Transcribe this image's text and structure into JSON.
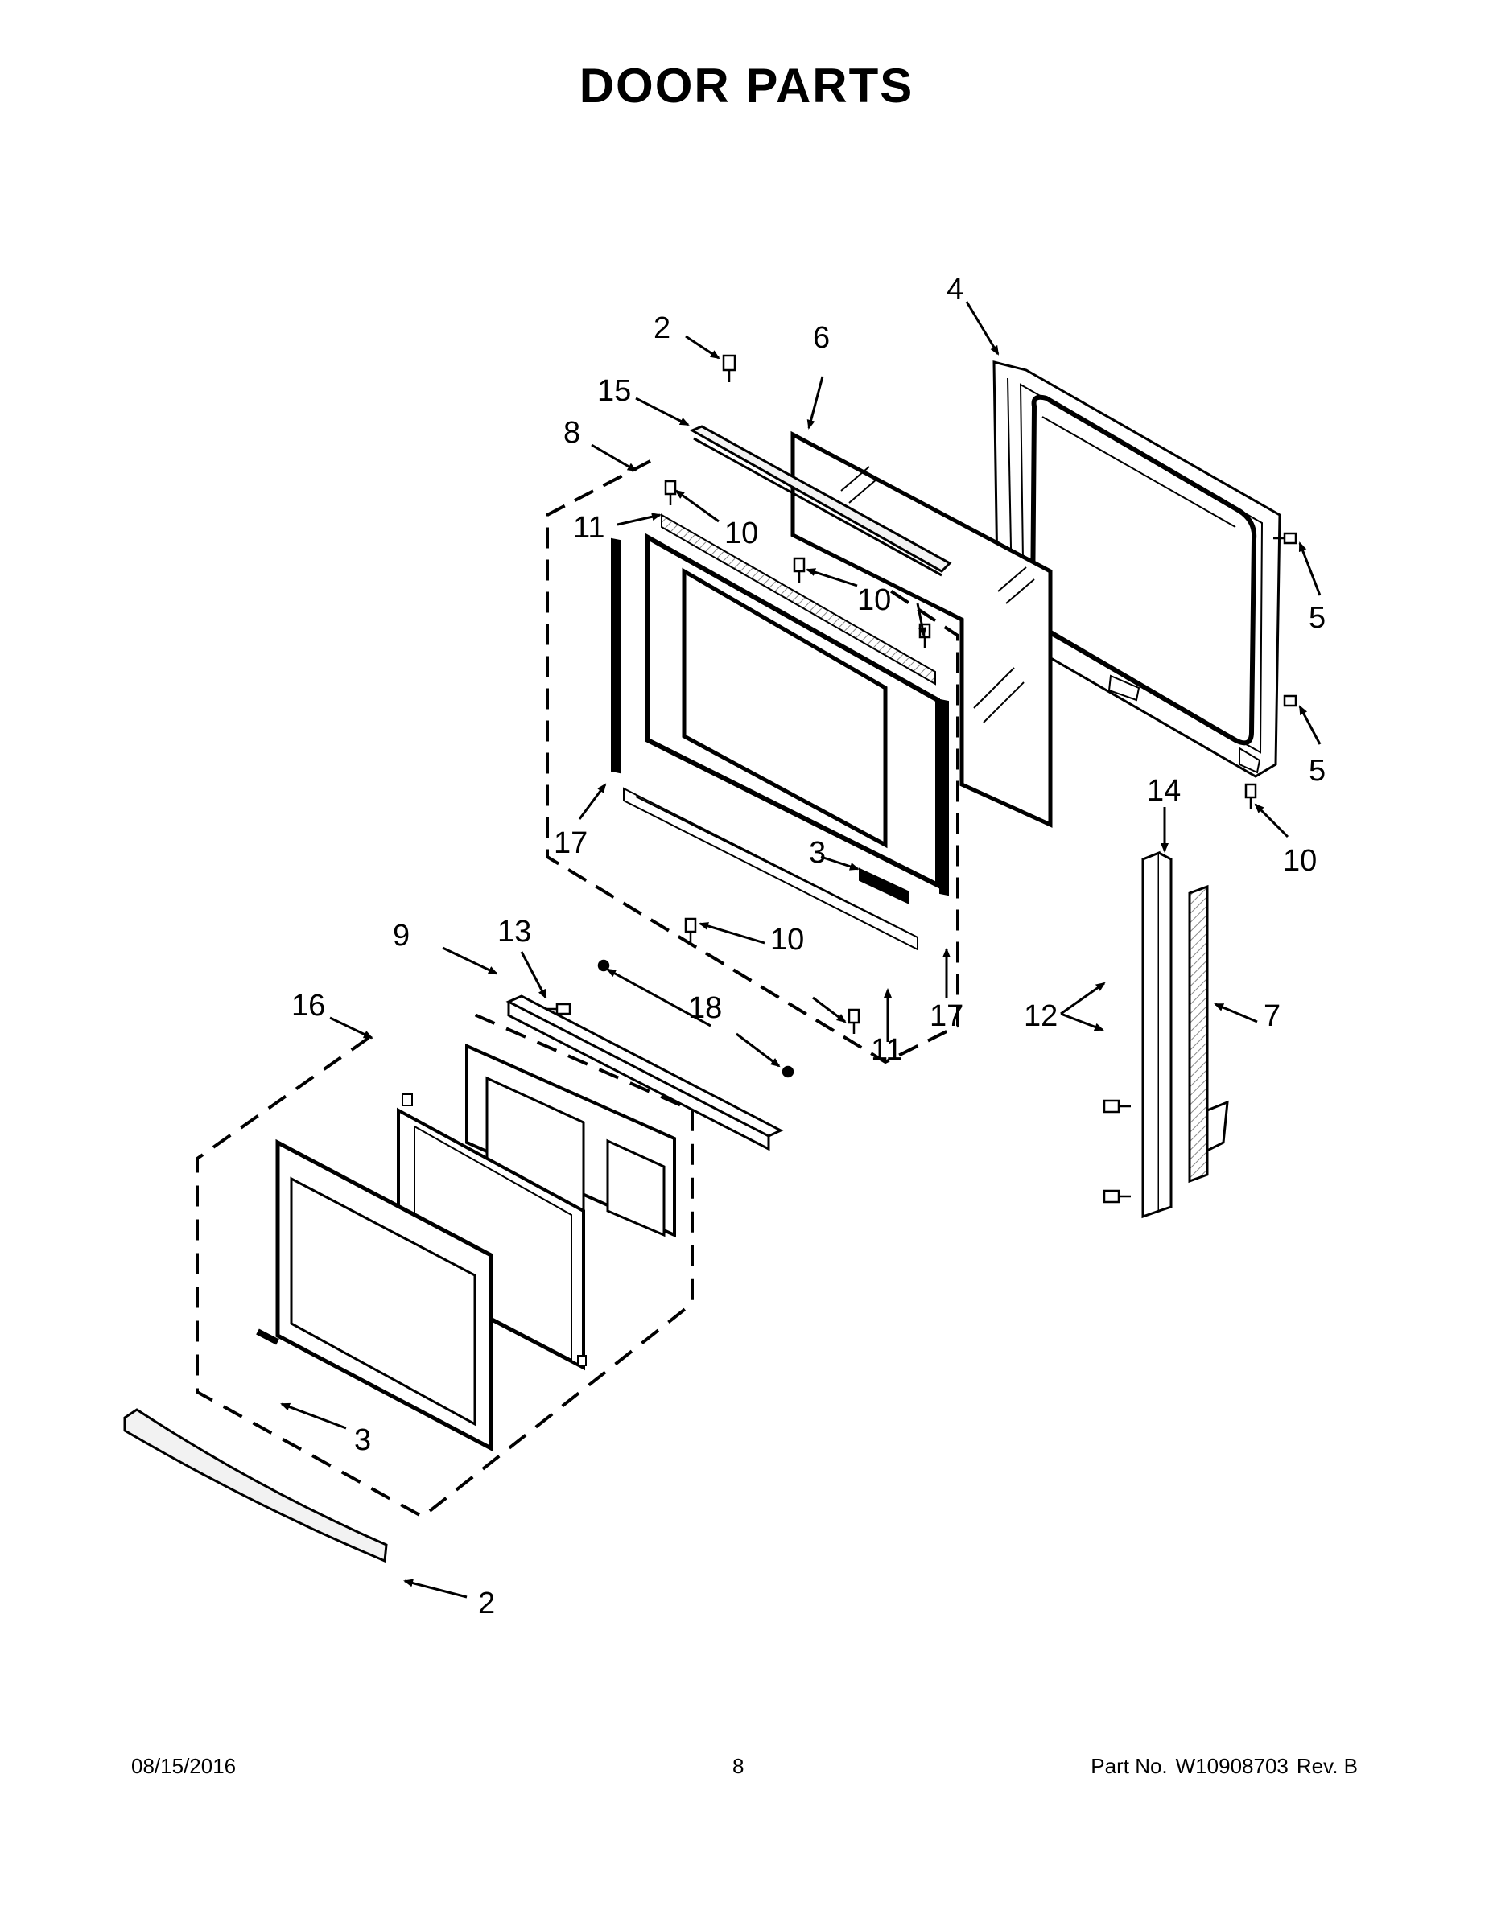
{
  "title": "DOOR PARTS",
  "callouts": [
    {
      "id": "c2-top",
      "label": "2"
    },
    {
      "id": "c6",
      "label": "6"
    },
    {
      "id": "c4",
      "label": "4"
    },
    {
      "id": "c15",
      "label": "15"
    },
    {
      "id": "c8",
      "label": "8"
    },
    {
      "id": "c11-top",
      "label": "11"
    },
    {
      "id": "c10-a",
      "label": "10"
    },
    {
      "id": "c10-b",
      "label": "10"
    },
    {
      "id": "c5-a",
      "label": "5"
    },
    {
      "id": "c5-b",
      "label": "5"
    },
    {
      "id": "c10-c",
      "label": "10"
    },
    {
      "id": "c14",
      "label": "14"
    },
    {
      "id": "c17-left",
      "label": "17"
    },
    {
      "id": "c3-top",
      "label": "3"
    },
    {
      "id": "c9",
      "label": "9"
    },
    {
      "id": "c13",
      "label": "13"
    },
    {
      "id": "c10-d",
      "label": "10"
    },
    {
      "id": "c12",
      "label": "12"
    },
    {
      "id": "c7",
      "label": "7"
    },
    {
      "id": "c16",
      "label": "16"
    },
    {
      "id": "c18",
      "label": "18"
    },
    {
      "id": "c17-right",
      "label": "17"
    },
    {
      "id": "c11-bottom",
      "label": "11"
    },
    {
      "id": "c3-bottom",
      "label": "3"
    },
    {
      "id": "c2-bottom",
      "label": "2"
    }
  ],
  "footer": {
    "date": "08/15/2016",
    "page": "8",
    "part_prefix": "Part No.",
    "part_number": "W10908703",
    "revision": "Rev. B"
  }
}
